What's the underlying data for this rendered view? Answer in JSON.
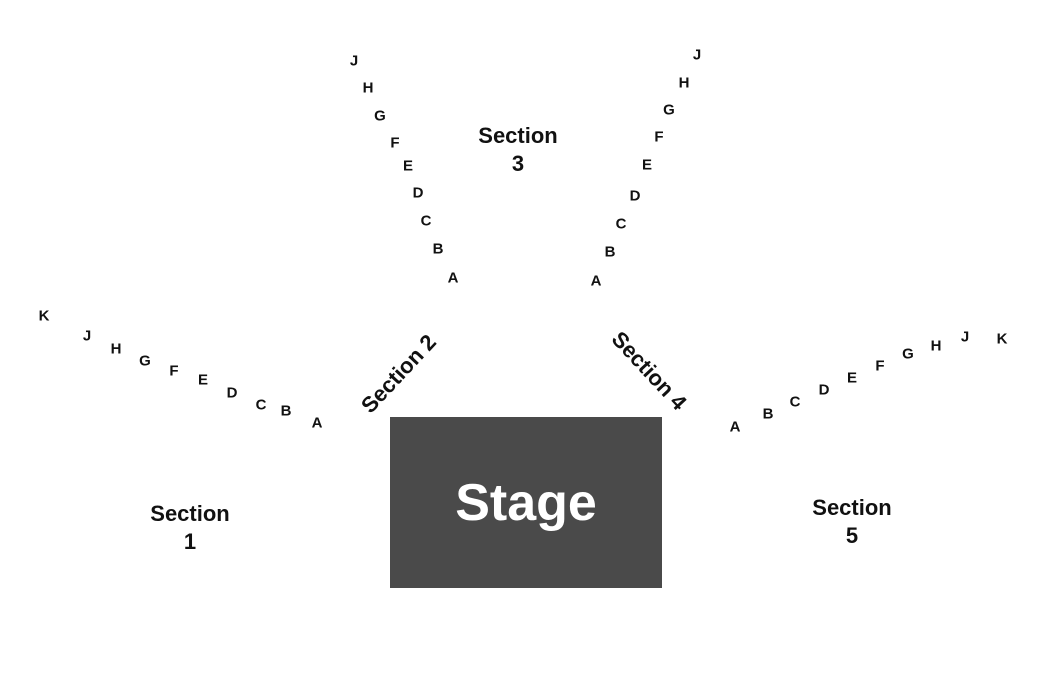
{
  "stage": {
    "label": "Stage",
    "color": "#4a4a4a"
  },
  "sections": [
    {
      "id": "s1",
      "line1": "Section",
      "line2": "1"
    },
    {
      "id": "s2",
      "label": "Section 2"
    },
    {
      "id": "s3",
      "line1": "Section",
      "line2": "3"
    },
    {
      "id": "s4",
      "label": "Section 4"
    },
    {
      "id": "s5",
      "line1": "Section",
      "line2": "5"
    }
  ],
  "row_groups": [
    {
      "id": "left",
      "rows": [
        "K",
        "J",
        "H",
        "G",
        "F",
        "E",
        "D",
        "C",
        "B",
        "A"
      ]
    },
    {
      "id": "upper-left",
      "rows": [
        "J",
        "H",
        "G",
        "F",
        "E",
        "D",
        "C",
        "B",
        "A"
      ]
    },
    {
      "id": "upper-right",
      "rows": [
        "J",
        "H",
        "G",
        "F",
        "E",
        "D",
        "C",
        "B",
        "A"
      ]
    },
    {
      "id": "right",
      "rows": [
        "A",
        "B",
        "C",
        "D",
        "E",
        "F",
        "G",
        "H",
        "J",
        "K"
      ]
    }
  ]
}
